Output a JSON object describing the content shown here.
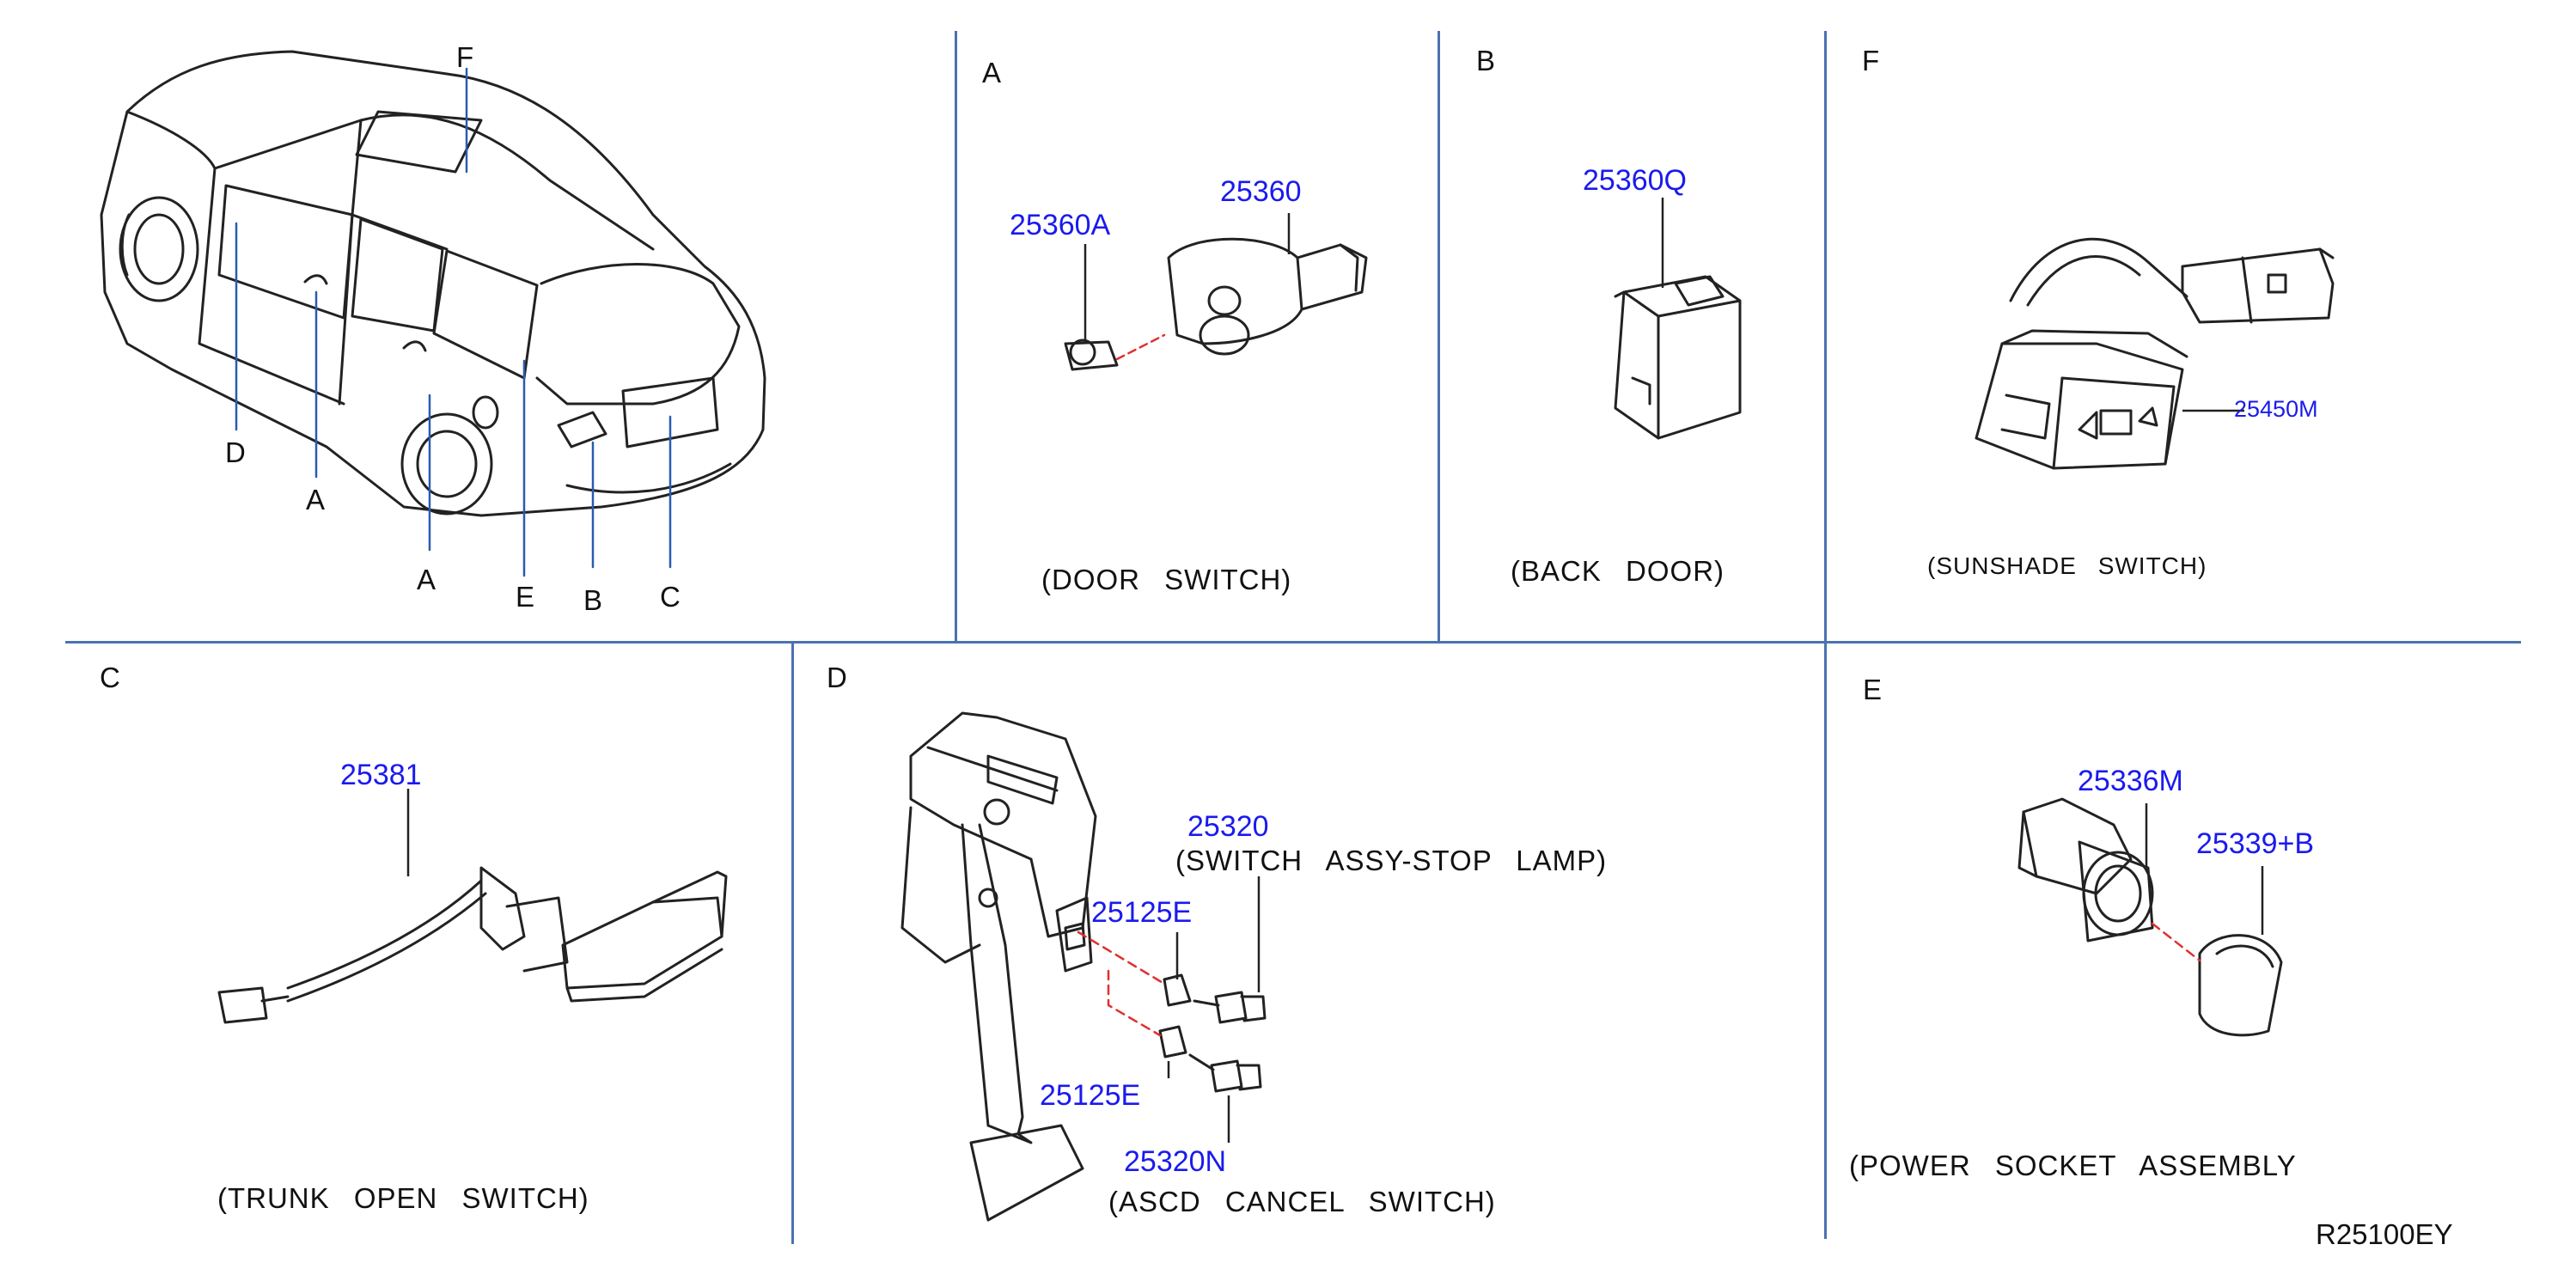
{
  "colors": {
    "divider": "#4a72b0",
    "part_number": "#1a1aee",
    "line_art": "#222222",
    "leader_dash": "#e03030"
  },
  "overview": {
    "callouts": [
      "F",
      "D",
      "A",
      "A",
      "E",
      "B",
      "C"
    ]
  },
  "panels": {
    "A": {
      "letter": "A",
      "parts": [
        "25360A",
        "25360"
      ],
      "caption": "(DOOR SWITCH)"
    },
    "B": {
      "letter": "B",
      "parts": [
        "25360Q"
      ],
      "caption": "(BACK DOOR)"
    },
    "F": {
      "letter": "F",
      "parts": [
        "25450M"
      ],
      "caption": "(SUNSHADE SWITCH)"
    },
    "C": {
      "letter": "C",
      "parts": [
        "25381"
      ],
      "caption": "(TRUNK OPEN SWITCH)"
    },
    "D": {
      "letter": "D",
      "parts": [
        "25320",
        "25125E",
        "25125E",
        "25320N"
      ],
      "caption_stop": "(SWITCH ASSY-STOP LAMP)",
      "caption": "(ASCD CANCEL SWITCH)"
    },
    "E": {
      "letter": "E",
      "parts": [
        "25336M",
        "25339+B"
      ],
      "caption": "(POWER SOCKET ASSEMBLY"
    }
  },
  "drawing_code": "R25100EY"
}
